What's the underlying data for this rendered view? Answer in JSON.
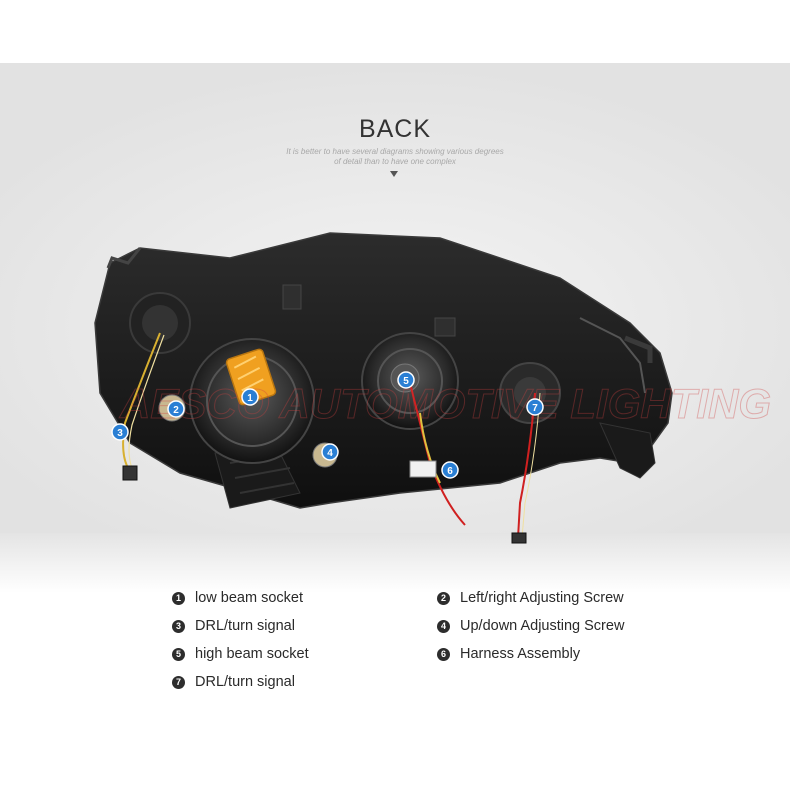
{
  "header": {
    "title": "BACK",
    "subtitle_line1": "It is better to have several diagrams showing various degrees",
    "subtitle_line2": "of detail than to have one complex"
  },
  "watermark": "AESCO AUTOMOTIVE LIGHTING",
  "callouts": [
    {
      "num": "1"
    },
    {
      "num": "2"
    },
    {
      "num": "3"
    },
    {
      "num": "4"
    },
    {
      "num": "5"
    },
    {
      "num": "6"
    },
    {
      "num": "7"
    }
  ],
  "legend": [
    {
      "num": "1",
      "label": "low beam socket"
    },
    {
      "num": "2",
      "label": "Left/right Adjusting Screw"
    },
    {
      "num": "3",
      "label": "DRL/turn signal"
    },
    {
      "num": "4",
      "label": "Up/down Adjusting Screw"
    },
    {
      "num": "5",
      "label": "high beam socket"
    },
    {
      "num": "6",
      "label": "Harness Assembly"
    },
    {
      "num": "7",
      "label": "DRL/turn signal"
    }
  ],
  "colors": {
    "callout_blue": "#2a7fd4",
    "housing": "#1c1c1c",
    "socket_orange": "#f0a020",
    "wire_yellow": "#d8b030",
    "wire_red": "#d02020"
  }
}
